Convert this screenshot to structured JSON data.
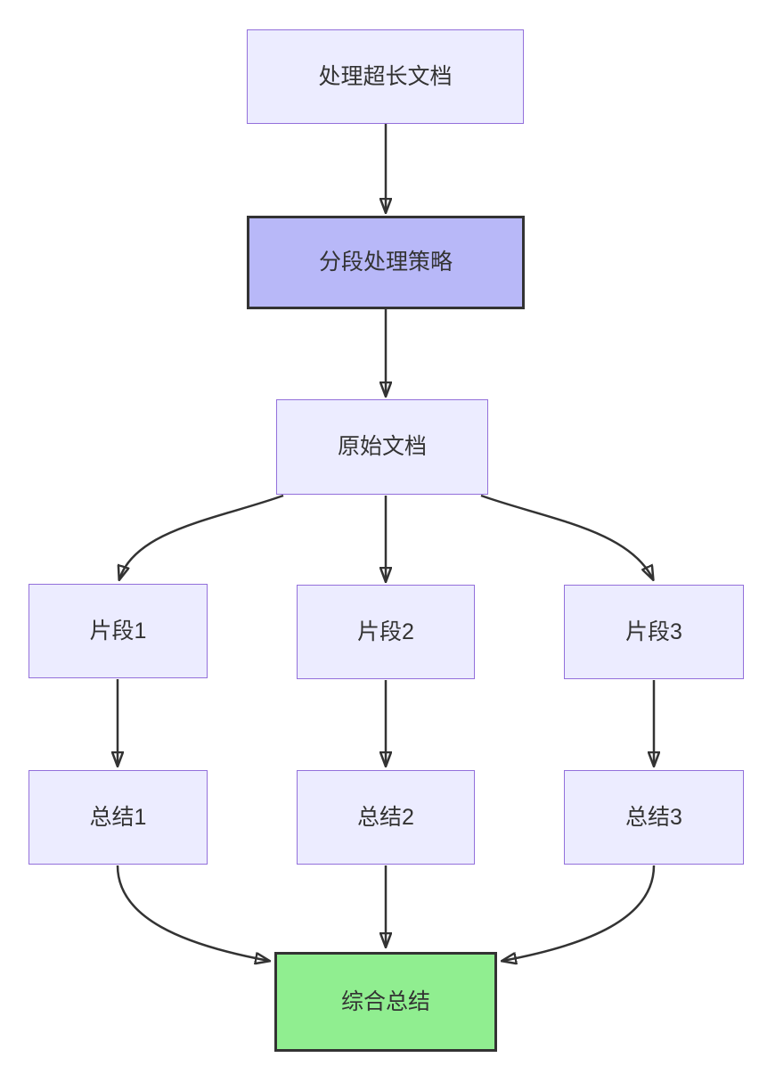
{
  "diagram": {
    "type": "flowchart",
    "direction": "top-down",
    "colors": {
      "background": "#ffffff",
      "node_fill": "#ECECFF",
      "node_border": "#9370DB",
      "emphasis_fill": "#B8B8F8",
      "emphasis_border": "#333333",
      "result_fill": "#90EE90",
      "result_border": "#333333",
      "edge": "#333333",
      "text": "#333333"
    },
    "nodes": [
      {
        "id": "A",
        "label": "处理超长文档",
        "style": "default"
      },
      {
        "id": "B",
        "label": "分段处理策略",
        "style": "emphasis"
      },
      {
        "id": "C",
        "label": "原始文档",
        "style": "default"
      },
      {
        "id": "D1",
        "label": "片段1",
        "style": "default"
      },
      {
        "id": "D2",
        "label": "片段2",
        "style": "default"
      },
      {
        "id": "D3",
        "label": "片段3",
        "style": "default"
      },
      {
        "id": "E1",
        "label": "总结1",
        "style": "default"
      },
      {
        "id": "E2",
        "label": "总结2",
        "style": "default"
      },
      {
        "id": "E3",
        "label": "总结3",
        "style": "default"
      },
      {
        "id": "F",
        "label": "综合总结",
        "style": "result"
      }
    ],
    "edges": [
      {
        "from": "A",
        "to": "B"
      },
      {
        "from": "B",
        "to": "C"
      },
      {
        "from": "C",
        "to": "D1"
      },
      {
        "from": "C",
        "to": "D2"
      },
      {
        "from": "C",
        "to": "D3"
      },
      {
        "from": "D1",
        "to": "E1"
      },
      {
        "from": "D2",
        "to": "E2"
      },
      {
        "from": "D3",
        "to": "E3"
      },
      {
        "from": "E1",
        "to": "F"
      },
      {
        "from": "E2",
        "to": "F"
      },
      {
        "from": "E3",
        "to": "F"
      }
    ]
  }
}
